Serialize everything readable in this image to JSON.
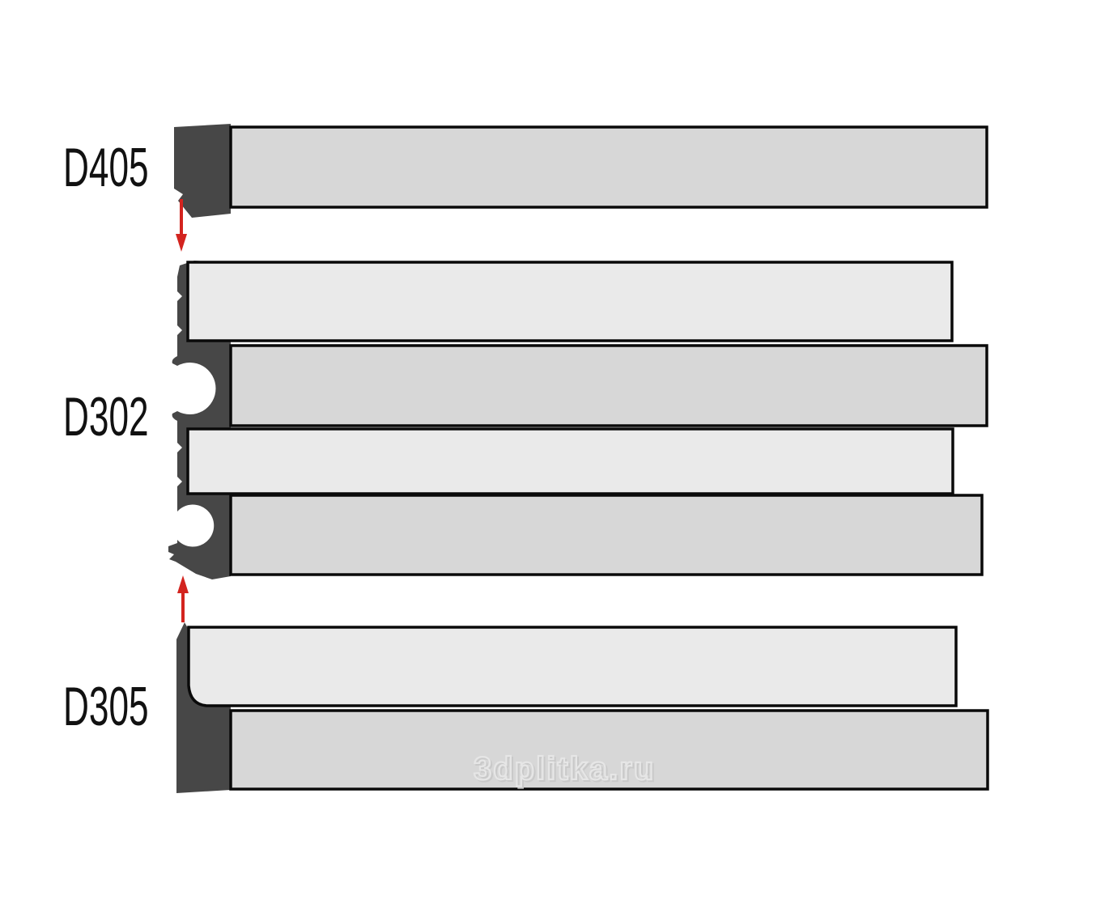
{
  "sections": {
    "top": {
      "label": "D405"
    },
    "middle": {
      "label": "D302"
    },
    "bottom": {
      "label": "D305"
    }
  },
  "watermark": {
    "text": "3dplitka.ru"
  },
  "colors": {
    "background": "#ffffff",
    "profile_dark": "#474747",
    "panel_light": "#eaeaea",
    "panel_mid": "#d7d7d7",
    "arrow_red": "#d3241f",
    "label_ink": "#111111",
    "watermark_light": "#e6e6e6",
    "watermark_shade": "#c9c9c9"
  }
}
